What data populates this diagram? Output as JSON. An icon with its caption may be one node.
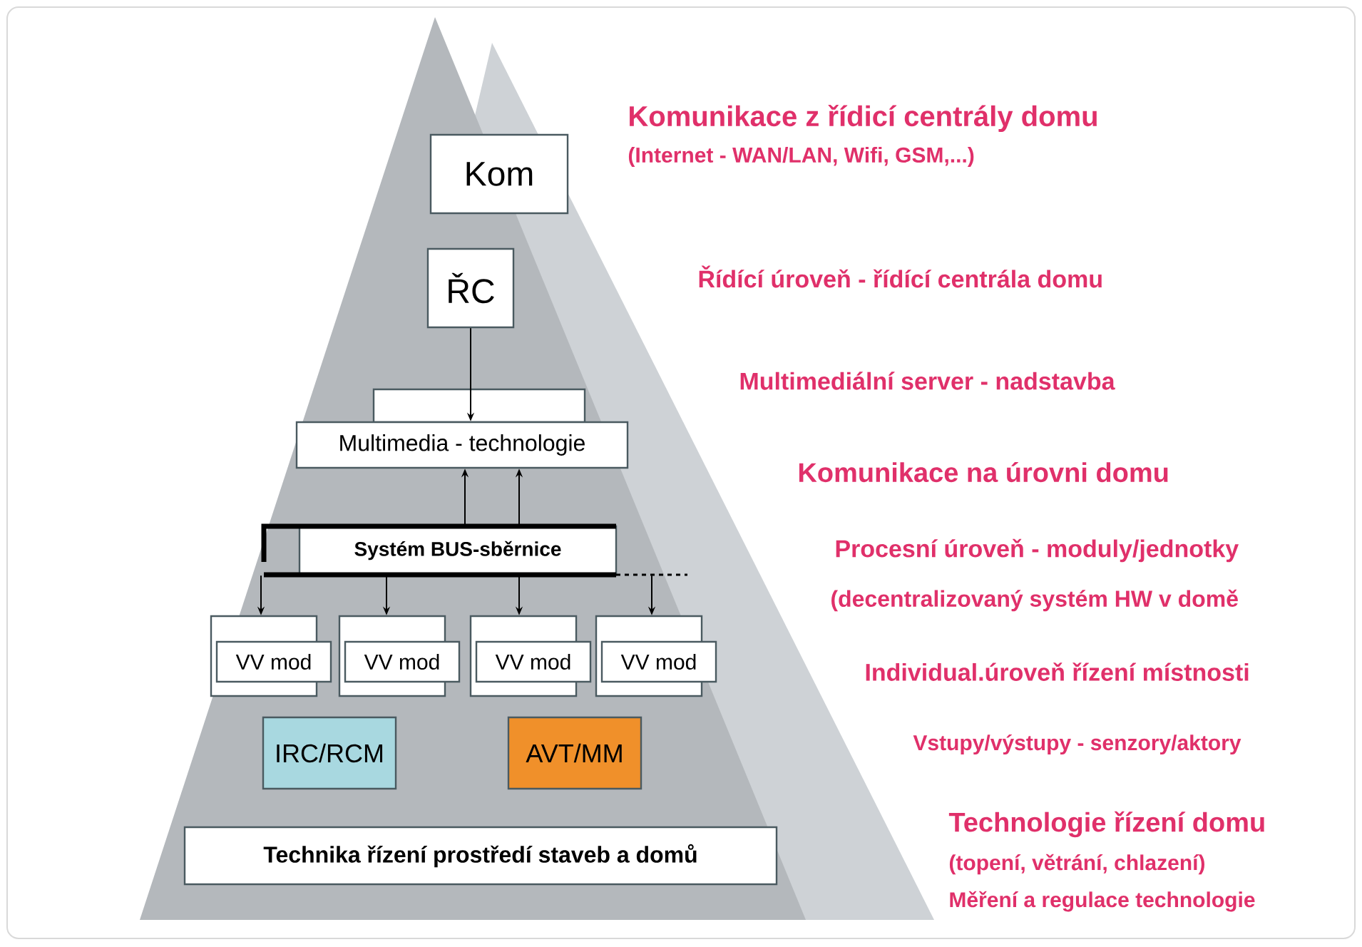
{
  "diagram": {
    "nodes": [
      {
        "text": [
          "Kom"
        ]
      },
      {
        "text": [
          "ŘC"
        ]
      },
      {
        "text": [
          "Multimedia - technologie"
        ]
      },
      {
        "text": [
          "Systém BUS-sběrnice"
        ]
      },
      {
        "text": [
          "VV mod"
        ]
      },
      {
        "text": [
          "VV mod"
        ]
      },
      {
        "text": [
          "VV mod"
        ]
      },
      {
        "text": [
          "VV mod"
        ]
      },
      {
        "text": [
          "IRC/RCM"
        ]
      },
      {
        "text": [
          "AVT/MM"
        ]
      },
      {
        "text": [
          "Technika řízení prostředí staveb a domů"
        ]
      }
    ],
    "edges": [
      {
        "from": 1,
        "to": 2,
        "arrow": "to"
      },
      {
        "from": 3,
        "to": 2,
        "arrow": "to"
      },
      {
        "from": 3,
        "to": 2,
        "arrow": "to"
      },
      {
        "from": 3,
        "to": 4,
        "arrow": "to"
      },
      {
        "from": 3,
        "to": 5,
        "arrow": "to"
      },
      {
        "from": 3,
        "to": 6,
        "arrow": "to"
      },
      {
        "from": 3,
        "to": 7,
        "arrow": "to"
      }
    ],
    "labels": [
      "Komunikace z řídicí centrály domu",
      "(Internet - WAN/LAN, Wifi, GSM,...)",
      "Řídící úroveň - řídící centrála domu",
      "Multimediální server - nadstavba",
      "Komunikace na úrovni domu",
      "Procesní úroveň - moduly/jednotky",
      "(decentralizovaný systém HW v domě",
      "Individual.úroveň řízení místnosti",
      "Vstupy/výstupy - senzory/aktory",
      "Technologie řízení domu",
      "(topení, větrání, chlazení)",
      "Měření a regulace technologie"
    ]
  }
}
